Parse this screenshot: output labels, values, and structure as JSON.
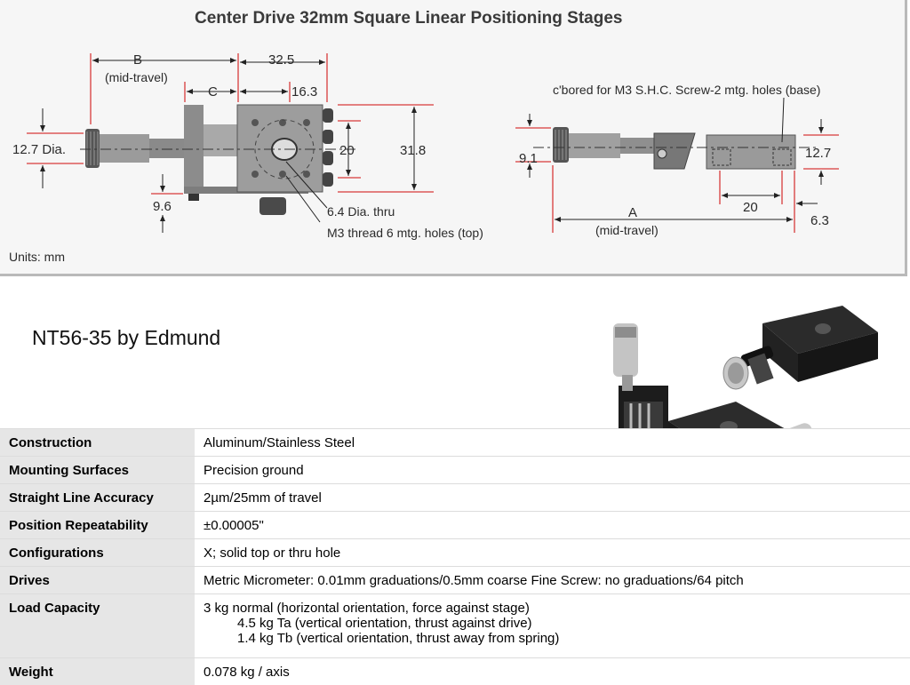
{
  "drawing": {
    "title": "Center Drive 32mm Square Linear Positioning Stages",
    "units": "Units: mm",
    "dims": {
      "b": "B",
      "mid_travel_1": "(mid-travel)",
      "c": "C",
      "d32_5": "32.5",
      "d16_3": "16.3",
      "d12_7_dia": "12.7 Dia.",
      "d20_left": "20",
      "d31_8": "31.8",
      "d9_6": "9.6",
      "hole_dia": "6.4 Dia. thru",
      "m3_top": "M3 thread 6 mtg. holes (top)",
      "cbored": "c'bored for M3 S.H.C. Screw-2 mtg. holes (base)",
      "d9_1": "9.1",
      "d12_7_right": "12.7",
      "d20_right": "20",
      "a": "A",
      "mid_travel_2": "(mid-travel)",
      "d6_3": "6.3"
    }
  },
  "product": {
    "title": "NT56-35  by Edmund"
  },
  "specs": [
    {
      "label": "Construction",
      "value": [
        "Aluminum/Stainless Steel"
      ]
    },
    {
      "label": "Mounting Surfaces",
      "value": [
        "Precision ground"
      ]
    },
    {
      "label": "Straight Line Accuracy",
      "value": [
        "2µm/25mm of travel"
      ]
    },
    {
      "label": "Position Repeatability",
      "value": [
        "±0.00005\""
      ]
    },
    {
      "label": "Configurations",
      "value": [
        "X; solid top or thru hole"
      ]
    },
    {
      "label": "Drives",
      "value": [
        "Metric Micrometer: 0.01mm graduations/0.5mm coarse Fine Screw: no graduations/64 pitch"
      ]
    },
    {
      "label": "Load Capacity",
      "value": [
        "3 kg normal (horizontal orientation, force against stage)",
        "4.5 kg Ta (vertical orientation, thrust against drive)",
        "1.4 kg Tb (vertical orientation, thrust away from spring)"
      ]
    },
    {
      "label": "Weight",
      "value": [
        "0.078 kg / axis"
      ]
    }
  ],
  "colors": {
    "dimension_line": "#d83a3a",
    "label_cell": "#e6e6e6",
    "panel": "#f6f6f6"
  }
}
